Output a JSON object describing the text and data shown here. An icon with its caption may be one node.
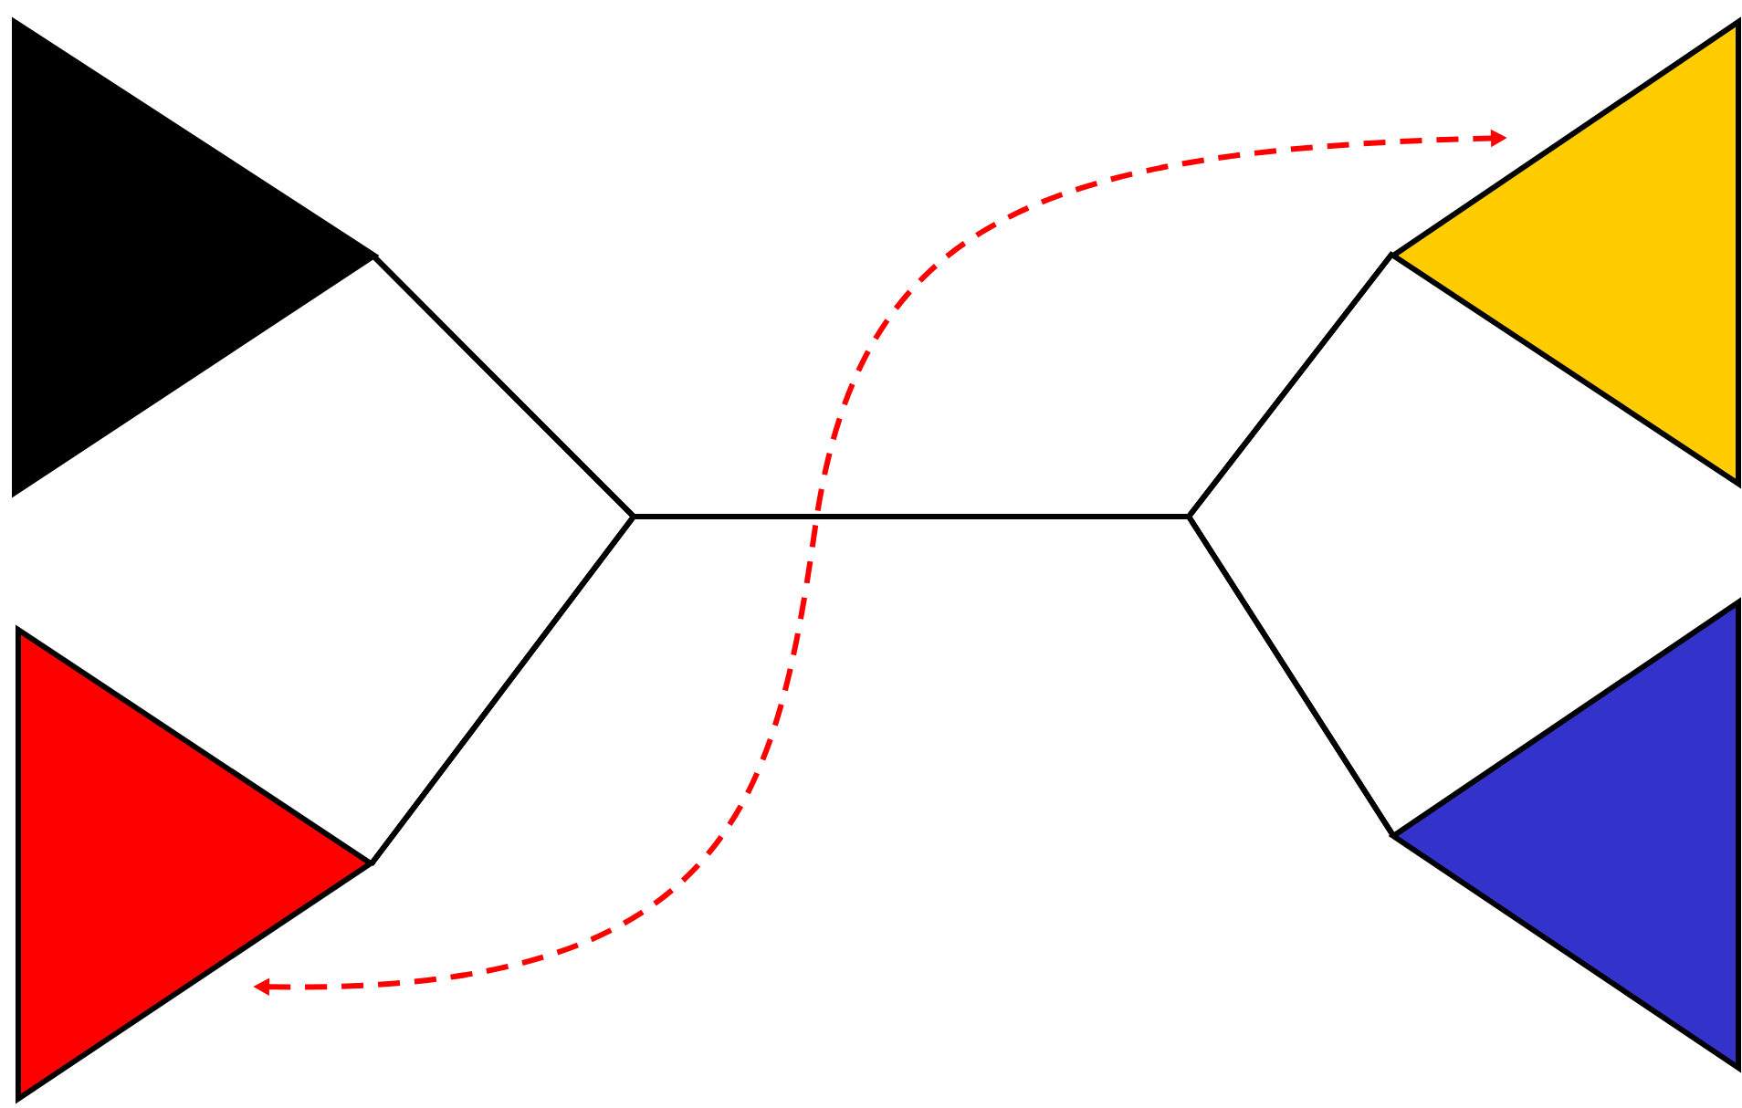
{
  "diagram": {
    "nodes": [
      {
        "text": [],
        "shape": "triangle"
      },
      {
        "text": [],
        "shape": "triangle"
      },
      {
        "text": [],
        "shape": "triangle"
      },
      {
        "text": [],
        "shape": "triangle"
      }
    ],
    "edges": [
      {
        "from": 0,
        "to": 2,
        "arrow": "none"
      },
      {
        "from": 0,
        "to": 3,
        "arrow": "none"
      },
      {
        "from": 1,
        "to": 2,
        "arrow": "none"
      },
      {
        "from": 1,
        "to": 3,
        "arrow": "none"
      },
      {
        "from": 1,
        "to": 2,
        "arrow": "both",
        "style": "dashed",
        "color": "#ff0000"
      }
    ]
  }
}
